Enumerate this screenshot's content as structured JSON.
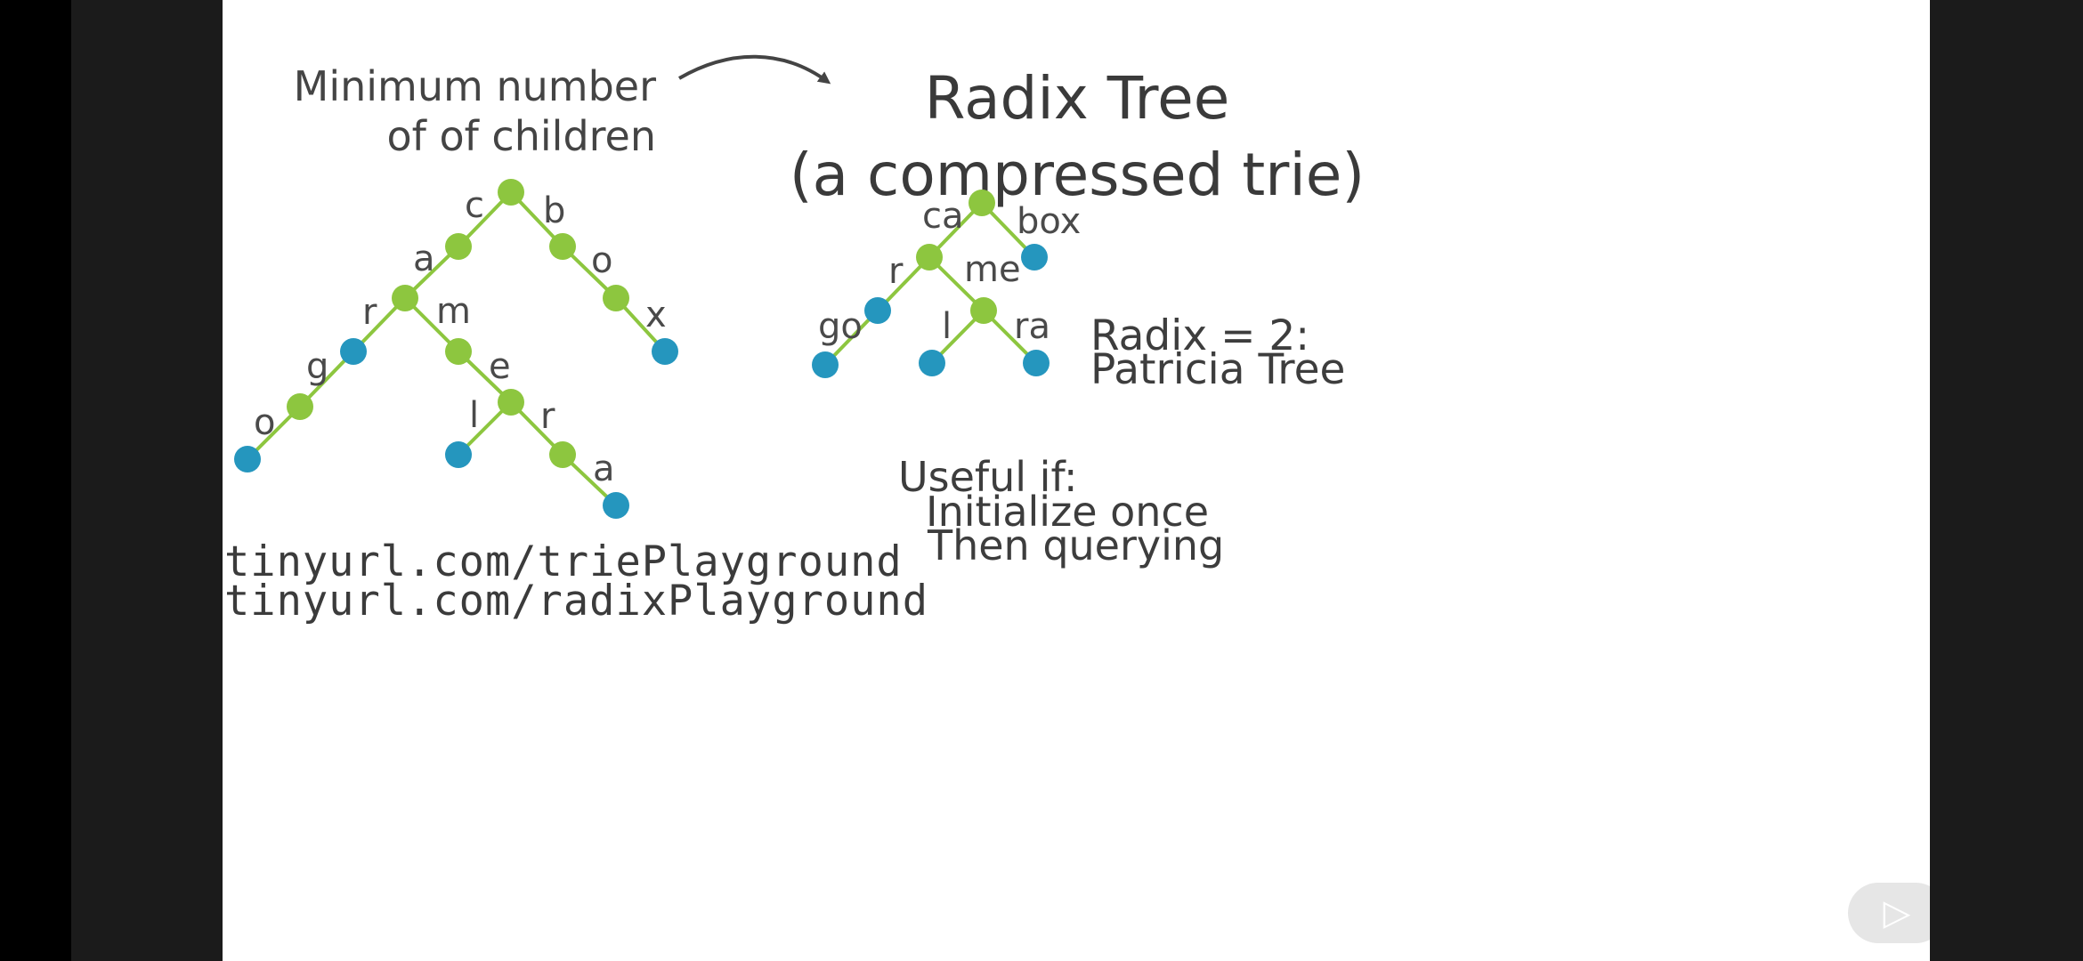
{
  "slide": {
    "title_line1": "Radix Tree",
    "title_line2": "(a compressed trie)",
    "note_line1": "Minimum number",
    "note_line2": "of of children",
    "url1": "tinyurl.com/triePlayground",
    "url2": "tinyurl.com/radixPlayground",
    "radix_line1": "Radix = 2:",
    "radix_line2": "Patricia Tree",
    "useful_title": "Useful if:",
    "useful_item1": "Initialize once",
    "useful_item2": "Then querying"
  },
  "trie": {
    "edges": {
      "c": "c",
      "b": "b",
      "a": "a",
      "o1": "o",
      "r": "r",
      "m": "m",
      "x": "x",
      "g": "g",
      "e": "e",
      "o2": "o",
      "l": "l",
      "r2": "r",
      "a2": "a"
    }
  },
  "radix": {
    "edges": {
      "ca": "ca",
      "box": "box",
      "r": "r",
      "me": "me",
      "go": "go",
      "l": "l",
      "ra": "ra"
    }
  },
  "colors": {
    "internal_node": "#8dc63f",
    "leaf_node": "#2596be",
    "edge": "#8dc63f",
    "text": "#3a3a3a"
  },
  "icons": {
    "player": "play-logo-icon"
  }
}
